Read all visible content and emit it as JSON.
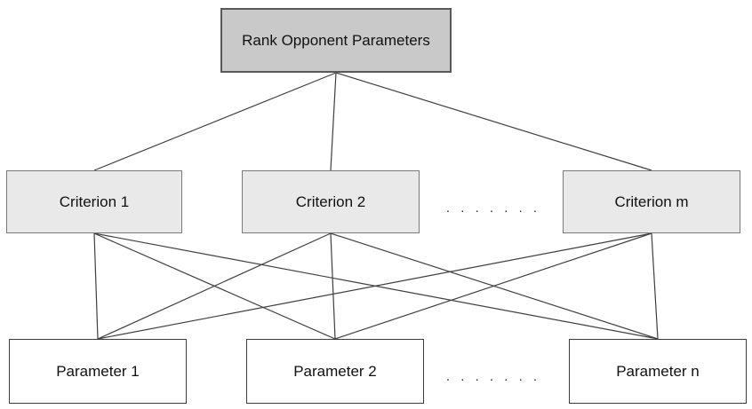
{
  "diagram": {
    "type": "hierarchy",
    "root": {
      "id": "goal",
      "label": "Rank Opponent Parameters"
    },
    "criteria": [
      {
        "id": "c1",
        "label": "Criterion 1"
      },
      {
        "id": "c2",
        "label": "Criterion 2"
      },
      {
        "id": "cm",
        "label": "Criterion m"
      }
    ],
    "parameters": [
      {
        "id": "p1",
        "label": "Parameter 1"
      },
      {
        "id": "p2",
        "label": "Parameter 2"
      },
      {
        "id": "pn",
        "label": "Parameter n"
      }
    ],
    "ellipsis_criteria": ". . . . . . .",
    "ellipsis_parameters": ". . . . . . .",
    "edges": [
      {
        "from": "goal",
        "to": "c1"
      },
      {
        "from": "goal",
        "to": "c2"
      },
      {
        "from": "goal",
        "to": "cm"
      },
      {
        "from": "c1",
        "to": "p1"
      },
      {
        "from": "c1",
        "to": "p2"
      },
      {
        "from": "c1",
        "to": "pn"
      },
      {
        "from": "c2",
        "to": "p1"
      },
      {
        "from": "c2",
        "to": "p2"
      },
      {
        "from": "c2",
        "to": "pn"
      },
      {
        "from": "cm",
        "to": "p1"
      },
      {
        "from": "cm",
        "to": "p2"
      },
      {
        "from": "cm",
        "to": "pn"
      }
    ],
    "colors": {
      "goal_fill": "#c9c9c9",
      "goal_border": "#595959",
      "criterion_fill": "#e9e9e9",
      "criterion_border": "#7a7a7a",
      "parameter_fill": "#ffffff",
      "parameter_border": "#3c3c3c",
      "edge_line": "#3f3f3f",
      "text": "#111111",
      "background": "#ffffff"
    }
  }
}
